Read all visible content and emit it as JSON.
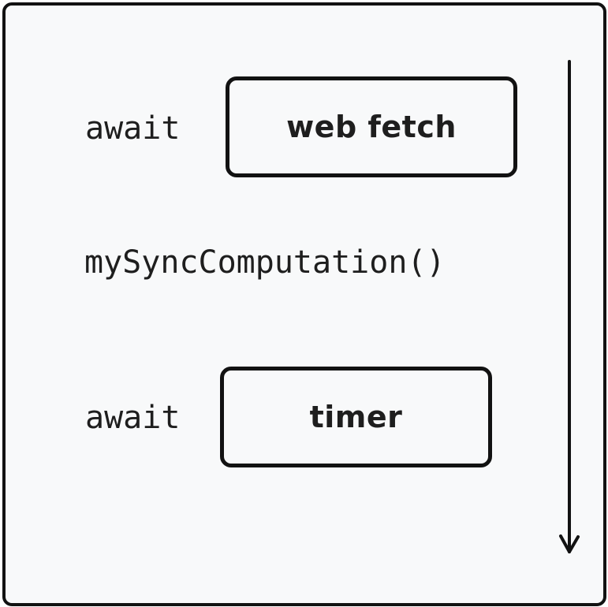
{
  "diagram": {
    "rows": [
      {
        "keyword": "await",
        "box_label": "web fetch"
      },
      {
        "statement": "mySyncComputation()"
      },
      {
        "keyword": "await",
        "box_label": "timer"
      }
    ]
  },
  "colors": {
    "stroke": "#121212",
    "text": "#1e1e1e",
    "background": "#f8f9fa"
  },
  "icons": {
    "flow_arrow": "arrow-down-icon"
  }
}
